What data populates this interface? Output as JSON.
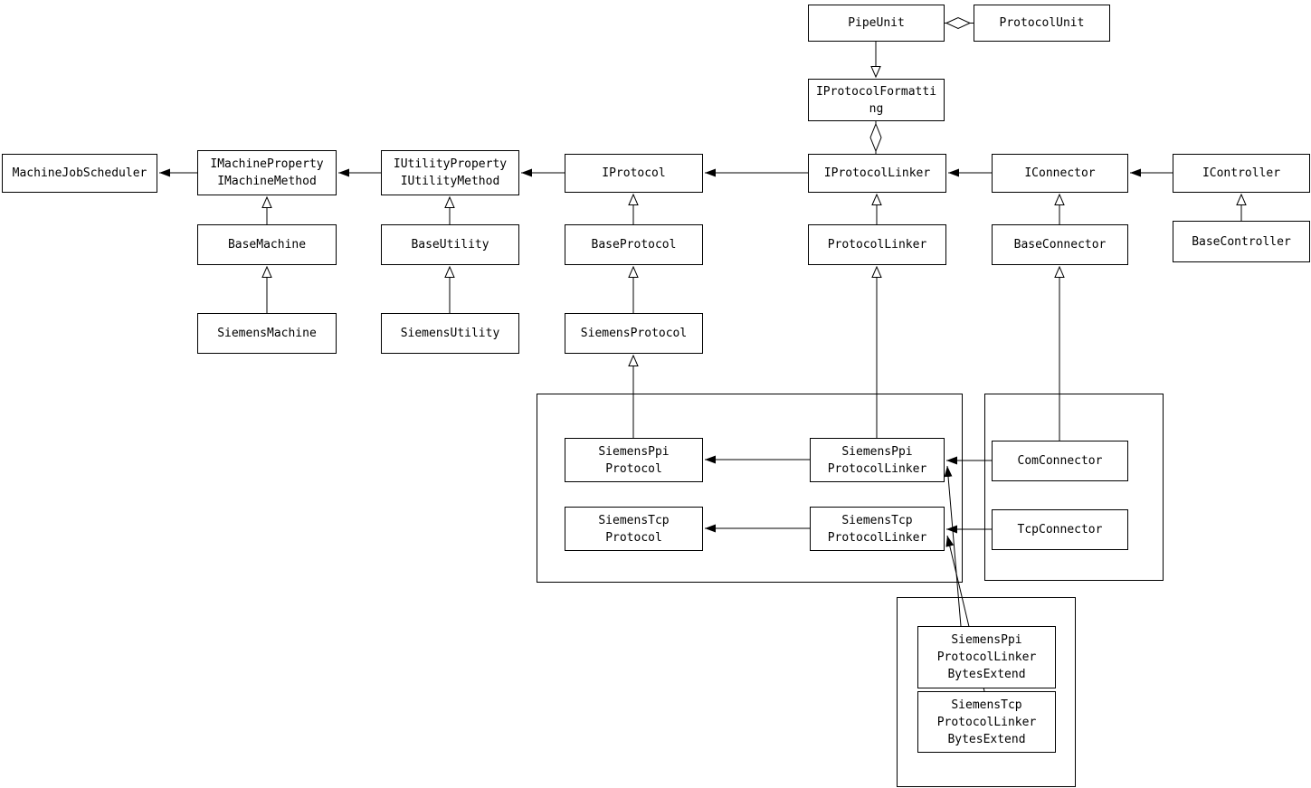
{
  "diagram": {
    "type": "uml-class-diagram",
    "colors": {
      "background": "#ffffff",
      "line": "#000000",
      "box_fill": "#ffffff",
      "box_border": "#000000",
      "text": "#000000"
    },
    "nodes": {
      "pipeUnit": {
        "label": "PipeUnit"
      },
      "protocolUnit": {
        "label": "ProtocolUnit"
      },
      "iProtocolFormatting": {
        "label": "IProtocolFormatti\nng"
      },
      "machineJobScheduler": {
        "label": "MachineJobScheduler"
      },
      "iMachineProperty": {
        "label": "IMachineProperty\nIMachineMethod"
      },
      "iUtilityProperty": {
        "label": "IUtilityProperty\nIUtilityMethod"
      },
      "iProtocol": {
        "label": "IProtocol"
      },
      "iProtocolLinker": {
        "label": "IProtocolLinker"
      },
      "iConnector": {
        "label": "IConnector"
      },
      "iController": {
        "label": "IController"
      },
      "baseMachine": {
        "label": "BaseMachine"
      },
      "baseUtility": {
        "label": "BaseUtility"
      },
      "baseProtocol": {
        "label": "BaseProtocol"
      },
      "protocolLinker": {
        "label": "ProtocolLinker"
      },
      "baseConnector": {
        "label": "BaseConnector"
      },
      "baseController": {
        "label": "BaseController"
      },
      "siemensMachine": {
        "label": "SiemensMachine"
      },
      "siemensUtility": {
        "label": "SiemensUtility"
      },
      "siemensProtocol": {
        "label": "SiemensProtocol"
      },
      "siemensPpiProtocol": {
        "label": "SiemensPpi\nProtocol"
      },
      "siemensTcpProtocol": {
        "label": "SiemensTcp\nProtocol"
      },
      "siemensPpiProtocolLinker": {
        "label": "SiemensPpi\nProtocolLinker"
      },
      "siemensTcpProtocolLinker": {
        "label": "SiemensTcp\nProtocolLinker"
      },
      "comConnector": {
        "label": "ComConnector"
      },
      "tcpConnector": {
        "label": "TcpConnector"
      },
      "siemensPpiProtocolLinkerBytesExtend": {
        "label": "SiemensPpi\nProtocolLinker\nBytesExtend"
      },
      "siemensTcpProtocolLinkerBytesExtend": {
        "label": "SiemensTcp\nProtocolLinker\nBytesExtend"
      }
    },
    "groups": [
      {
        "members": [
          "SiemensPpiProtocol",
          "SiemensTcpProtocol",
          "SiemensPpiProtocolLinker",
          "SiemensTcpProtocolLinker"
        ]
      },
      {
        "members": [
          "ComConnector",
          "TcpConnector"
        ]
      },
      {
        "members": [
          "SiemensPpiProtocolLinkerBytesExtend",
          "SiemensTcpProtocolLinkerBytesExtend"
        ]
      }
    ],
    "relationships": [
      {
        "from": "PipeUnit",
        "to": "ProtocolUnit",
        "type": "aggregation"
      },
      {
        "from": "PipeUnit",
        "to": "IProtocolFormatting",
        "type": "generalization"
      },
      {
        "from": "IProtocolLinker",
        "to": "IProtocolFormatting",
        "type": "aggregation"
      },
      {
        "from": "IMachineProperty",
        "to": "MachineJobScheduler",
        "type": "association"
      },
      {
        "from": "IUtilityProperty",
        "to": "IMachineProperty",
        "type": "association"
      },
      {
        "from": "IProtocol",
        "to": "IUtilityProperty",
        "type": "association"
      },
      {
        "from": "IProtocolLinker",
        "to": "IProtocol",
        "type": "association"
      },
      {
        "from": "IConnector",
        "to": "IProtocolLinker",
        "type": "association"
      },
      {
        "from": "IController",
        "to": "IConnector",
        "type": "association"
      },
      {
        "from": "BaseMachine",
        "to": "IMachineProperty",
        "type": "generalization"
      },
      {
        "from": "SiemensMachine",
        "to": "BaseMachine",
        "type": "generalization"
      },
      {
        "from": "BaseUtility",
        "to": "IUtilityProperty",
        "type": "generalization"
      },
      {
        "from": "SiemensUtility",
        "to": "BaseUtility",
        "type": "generalization"
      },
      {
        "from": "BaseProtocol",
        "to": "IProtocol",
        "type": "generalization"
      },
      {
        "from": "SiemensProtocol",
        "to": "BaseProtocol",
        "type": "generalization"
      },
      {
        "from": "SiemensPpiProtocol",
        "to": "SiemensProtocol",
        "type": "generalization"
      },
      {
        "from": "ProtocolLinker",
        "to": "IProtocolLinker",
        "type": "generalization"
      },
      {
        "from": "SiemensPpiProtocolLinker",
        "to": "ProtocolLinker",
        "type": "generalization"
      },
      {
        "from": "BaseConnector",
        "to": "IConnector",
        "type": "generalization"
      },
      {
        "from": "ComConnector",
        "to": "BaseConnector",
        "type": "generalization"
      },
      {
        "from": "BaseController",
        "to": "IController",
        "type": "generalization"
      },
      {
        "from": "SiemensPpiProtocolLinker",
        "to": "SiemensPpiProtocol",
        "type": "association"
      },
      {
        "from": "SiemensTcpProtocolLinker",
        "to": "SiemensTcpProtocol",
        "type": "association"
      },
      {
        "from": "ComConnector",
        "to": "SiemensPpiProtocolLinker",
        "type": "association"
      },
      {
        "from": "TcpConnector",
        "to": "SiemensTcpProtocolLinker",
        "type": "association"
      },
      {
        "from": "SiemensPpiProtocolLinkerBytesExtend",
        "to": "SiemensPpiProtocolLinker",
        "type": "association"
      },
      {
        "from": "SiemensTcpProtocolLinkerBytesExtend",
        "to": "SiemensTcpProtocolLinker",
        "type": "association"
      }
    ]
  }
}
